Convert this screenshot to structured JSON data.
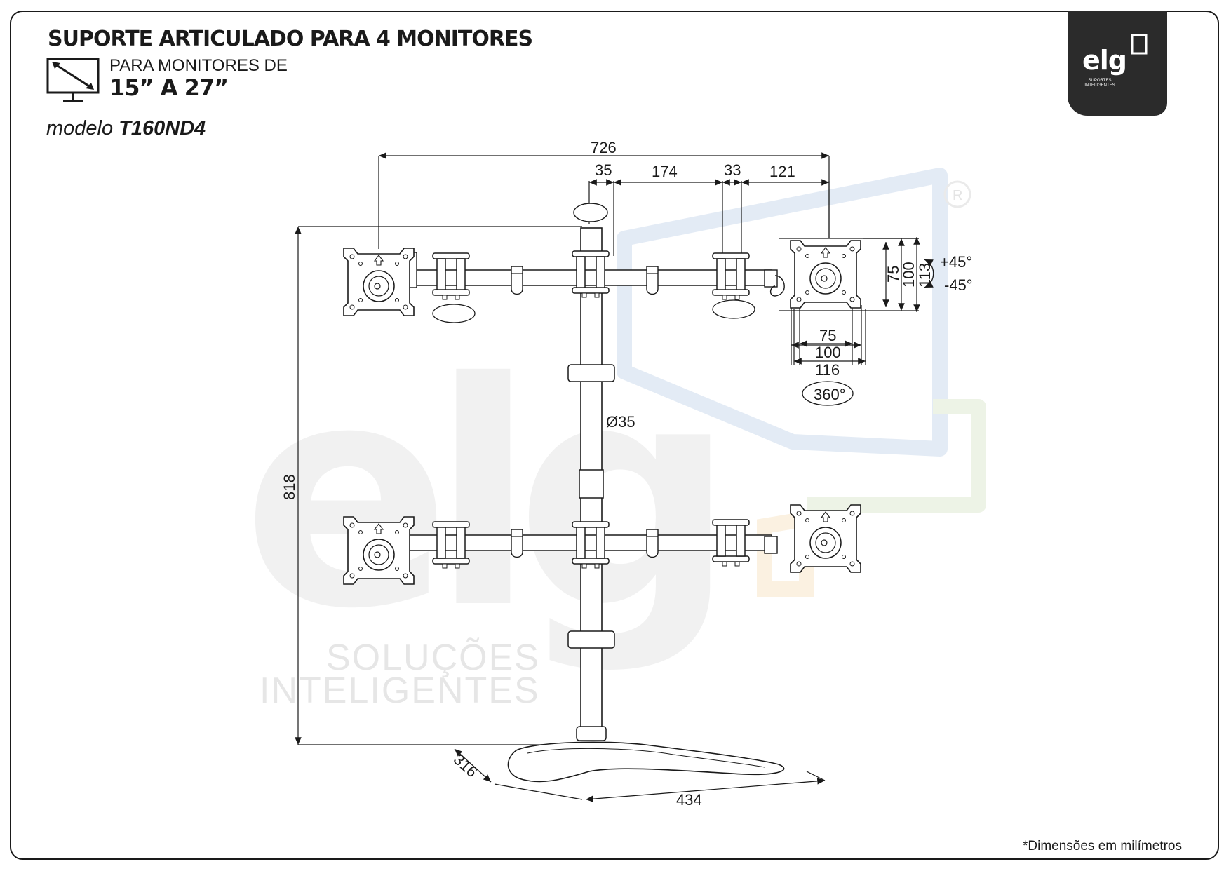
{
  "header": {
    "title": "SUPORTE ARTICULADO PARA 4 MONITORES",
    "range_label": "PARA MONITORES DE",
    "range_value": "15” A 27”",
    "model_prefix": "modelo",
    "model_code": "T160ND4"
  },
  "brand": {
    "logo_text": "elg",
    "logo_sub": "SUPORTES INTELIGENTES",
    "watermark_line1": "SOLUÇÕES",
    "watermark_line2": "INTELIGENTES"
  },
  "dimensions": {
    "total_width": "726",
    "d35": "35",
    "d174": "174",
    "d33": "33",
    "d121": "121",
    "height": "818",
    "pole_diameter": "Ø35",
    "vesa_v75": "75",
    "vesa_v100": "100",
    "vesa_v113": "113",
    "tilt_up": "+45°",
    "tilt_down": "-45°",
    "vesa_h75": "75",
    "vesa_h100": "100",
    "vesa_h116": "116",
    "rotation": "360°",
    "base_depth": "316",
    "base_width": "434"
  },
  "footnote": "*Dimensões em milímetros"
}
